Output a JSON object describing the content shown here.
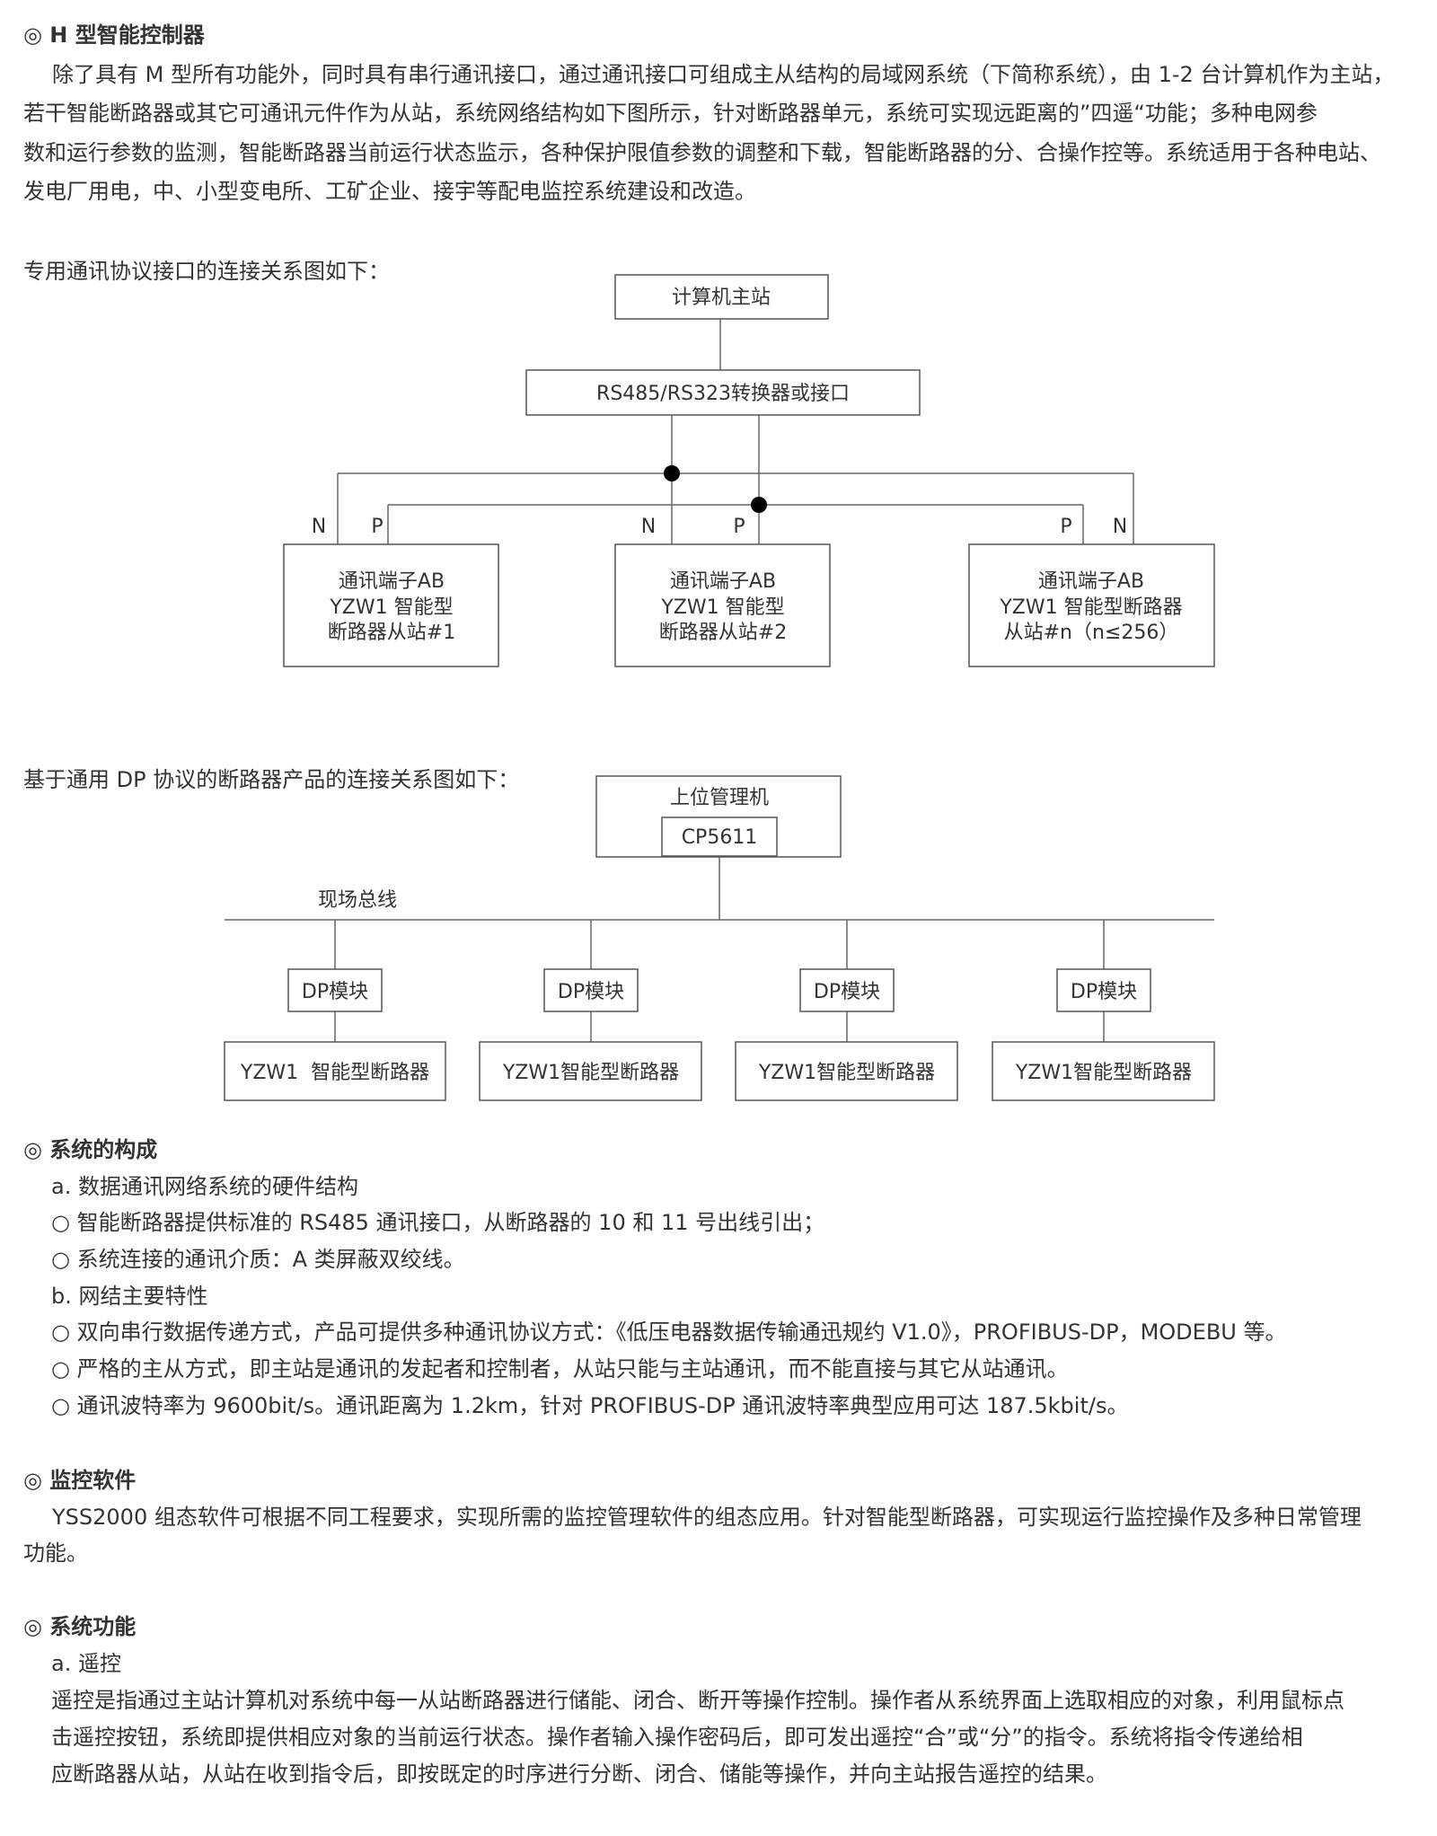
{
  "section_h": {
    "title": "◎ H 型智能控制器",
    "lines": [
      "除了具有 M 型所有功能外，同时具有串行通讯接口，通过通讯接口可组成主从结构的局域网系统（下简称系统），由 1-2 台计算机作为主站，",
      "若干智能断路器或其它可通讯元件作为从站，系统网络结构如下图所示，针对断路器单元，系统可实现远距离的”四遥“功能；多种电网参",
      "数和运行参数的监测，智能断路器当前运行状态监示，各种保护限值参数的调整和下载，智能断路器的分、合操作控等。系统适用于各种电站、",
      "发电厂用电，中、小型变电所、工矿企业、接宇等配电监控系统建设和改造。"
    ]
  },
  "diagram1": {
    "caption": "专用通讯协议接口的连接关系图如下：",
    "master": "计算机主站",
    "converter": "RS485/RS323转换器或接口",
    "n_label": "N",
    "p_label": "P",
    "slaves": [
      {
        "lines": [
          "通讯端子AB",
          "YZW1 智能型",
          "断路器从站#1"
        ]
      },
      {
        "lines": [
          "通讯端子AB",
          "YZW1 智能型",
          "断路器从站#2"
        ]
      },
      {
        "lines": [
          "通讯端子AB",
          "YZW1 智能型断路器",
          "从站#n（n≤256）"
        ]
      }
    ]
  },
  "diagram2": {
    "caption": "基于通用 DP 协议的断路器产品的连接关系图如下：",
    "host": "上位管理机",
    "card": "CP5611",
    "bus": "现场总线",
    "module": "DP模块",
    "breakers": [
      "YZW1  智能型断路器",
      "YZW1智能型断路器",
      "YZW1智能型断路器",
      "YZW1智能型断路器"
    ]
  },
  "section_composition": {
    "title": "◎ 系统的构成",
    "items": [
      "a. 数据通讯网络系统的硬件结构",
      "○ 智能断路器提供标准的 RS485 通讯接口，从断路器的 10 和 11 号出线引出；",
      "○ 系统连接的通讯介质：A 类屏蔽双绞线。",
      "b. 网结主要特性",
      "○ 双向串行数据传递方式，产品可提供多种通讯协议方式：《低压电器数据传输通迅规约 V1.0》，PROFIBUS-DP，MODEBU 等。",
      "○ 严格的主从方式，即主站是通讯的发起者和控制者，从站只能与主站通讯，而不能直接与其它从站通讯。",
      "○ 通讯波特率为 9600bit/s。通讯距离为 1.2km，针对 PROFIBUS-DP 通讯波特率典型应用可达 187.5kbit/s。"
    ]
  },
  "section_software": {
    "title": "◎ 监控软件",
    "lines": [
      "YSS2000 组态软件可根据不同工程要求，实现所需的监控管理软件的组态应用。针对智能型断路器，可实现运行监控操作及多种日常管理",
      "功能。"
    ]
  },
  "section_functions": {
    "title": "◎ 系统功能",
    "sub": "a. 遥控",
    "lines": [
      "遥控是指通过主站计算机对系统中每一从站断路器进行储能、闭合、断开等操作控制。操作者从系统界面上选取相应的对象，利用鼠标点",
      "击遥控按钮，系统即提供相应对象的当前运行状态。操作者输入操作密码后，即可发出遥控“合”或“分”的指令。系统将指令传递给相",
      "应断路器从站，从站在收到指令后，即按既定的时序进行分断、闭合、储能等操作，并向主站报告遥控的结果。"
    ]
  }
}
